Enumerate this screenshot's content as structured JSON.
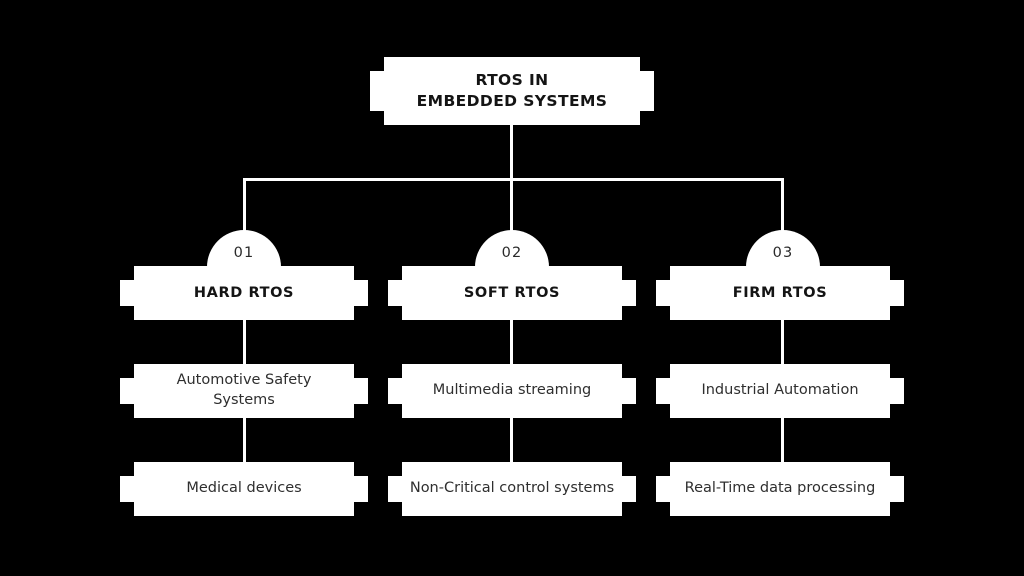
{
  "theme": {
    "background": "#000000",
    "card_fill": "#ffffff",
    "heading_text": "#141414",
    "body_text": "#2f2f2f",
    "connector": "#ffffff"
  },
  "diagram": {
    "type": "hierarchy-tree",
    "root": {
      "title_line_1": "RTOS IN",
      "title_line_2": "EMBEDDED SYSTEMS"
    },
    "branches": [
      {
        "number": "01",
        "title": "HARD RTOS",
        "items": [
          {
            "line_1": "Automotive Safety",
            "line_2": "Systems"
          },
          {
            "line_1": "Medical devices",
            "line_2": ""
          }
        ]
      },
      {
        "number": "02",
        "title": "SOFT RTOS",
        "items": [
          {
            "line_1": "Multimedia streaming",
            "line_2": ""
          },
          {
            "line_1": "Non-Critical control systems",
            "line_2": ""
          }
        ]
      },
      {
        "number": "03",
        "title": "FIRM RTOS",
        "items": [
          {
            "line_1": "Industrial Automation",
            "line_2": ""
          },
          {
            "line_1": "Real-Time data processing",
            "line_2": ""
          }
        ]
      }
    ]
  }
}
